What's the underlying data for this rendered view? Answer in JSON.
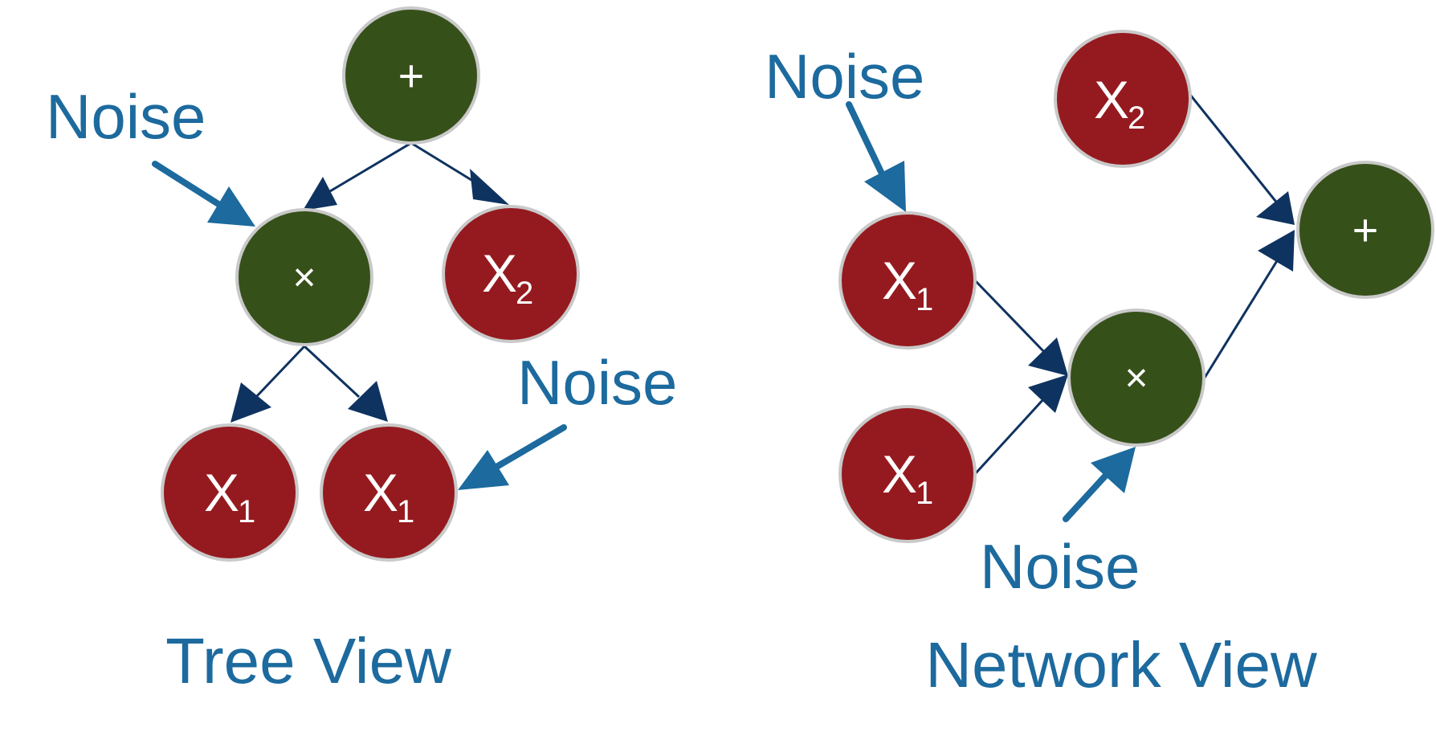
{
  "colors": {
    "operator_node": "#36501a",
    "variable_node": "#951a1f",
    "node_outline": "#c9c9c9",
    "edge": "#0f3360",
    "noise": "#1c6a9e"
  },
  "tree_view": {
    "title": "Tree View",
    "nodes": {
      "plus": {
        "label": "+",
        "type": "operator"
      },
      "times": {
        "label": "×",
        "type": "operator"
      },
      "x2": {
        "label": "X",
        "sub": "2",
        "type": "variable"
      },
      "x1a": {
        "label": "X",
        "sub": "1",
        "type": "variable"
      },
      "x1b": {
        "label": "X",
        "sub": "1",
        "type": "variable"
      }
    },
    "noise_top": "Noise",
    "noise_right": "Noise"
  },
  "network_view": {
    "title": "Network View",
    "nodes": {
      "x2": {
        "label": "X",
        "sub": "2",
        "type": "variable"
      },
      "plus": {
        "label": "+",
        "type": "operator"
      },
      "x1a": {
        "label": "X",
        "sub": "1",
        "type": "variable"
      },
      "x1b": {
        "label": "X",
        "sub": "1",
        "type": "variable"
      },
      "times": {
        "label": "×",
        "type": "operator"
      }
    },
    "noise_top": "Noise",
    "noise_bottom": "Noise"
  }
}
